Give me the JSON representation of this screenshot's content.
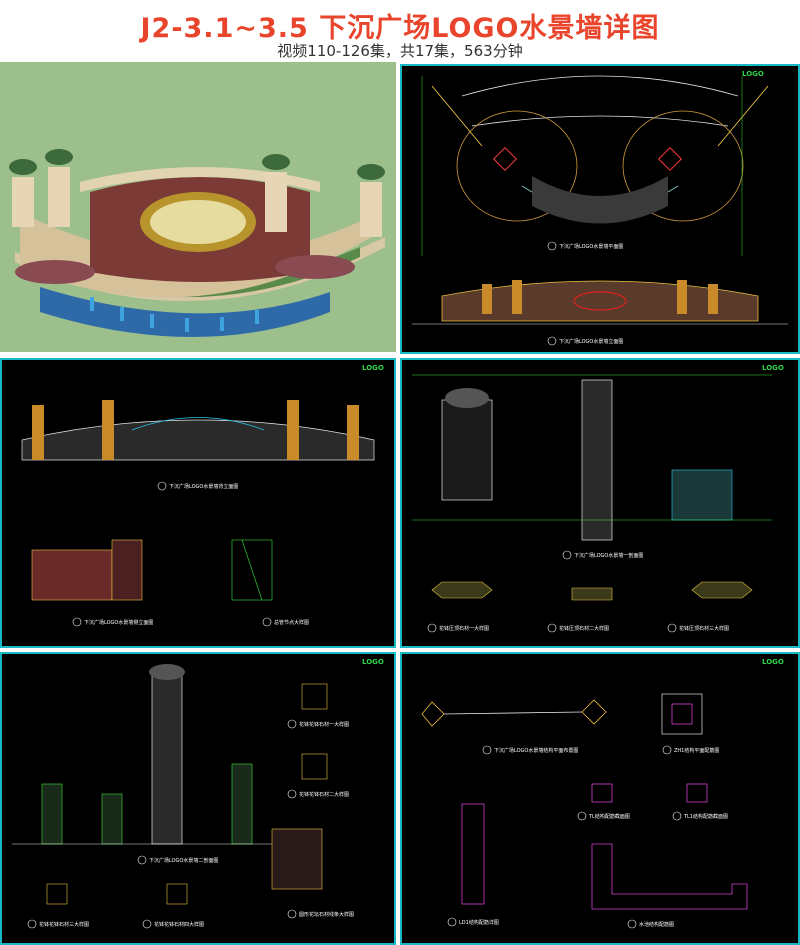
{
  "header": {
    "title": "J2-3.1~3.5 下沉广场LOGO水景墙详图",
    "subtitle": "视频110-126集，共17集，563分钟"
  },
  "panels": {
    "p2": {
      "captions": [
        "下沉广场LOGO水景墙平面图",
        "下沉广场LOGO水景墙立面图"
      ]
    },
    "p3": {
      "captions": [
        "下沉广场LOGO水景墙背立面图",
        "下沉广场LOGO水景墙侧立面图",
        "总管节点大样图"
      ]
    },
    "p4": {
      "captions": [
        "下沉广场LOGO水景墙一剖面图",
        "花钵压顶石材一大样图",
        "花钵压顶石材二大样图",
        "花钵压顶石材三大样图"
      ]
    },
    "p5": {
      "captions": [
        "下沉广场LOGO水景墙二剖面图",
        "花钵花钵石材一大样图",
        "花钵花钵石材二大样图",
        "圆形花坛石材线条大样图",
        "花钵花钵石材三大样图",
        "花钵花钵石材四大样图"
      ]
    },
    "p6": {
      "captions": [
        "下沉广场LOGO水景墙结构平面布置图",
        "ZH1结构平面配筋图",
        "LD1结构配筋详图",
        "TL结构配筋截面图",
        "TL1结构配筋截面图",
        "水池结构配筋图"
      ]
    }
  },
  "colors": {
    "title": "#e8452c",
    "panel_border": "#16b9c4",
    "cad_bg": "#000000",
    "render_bg": "#9dbf8c"
  }
}
